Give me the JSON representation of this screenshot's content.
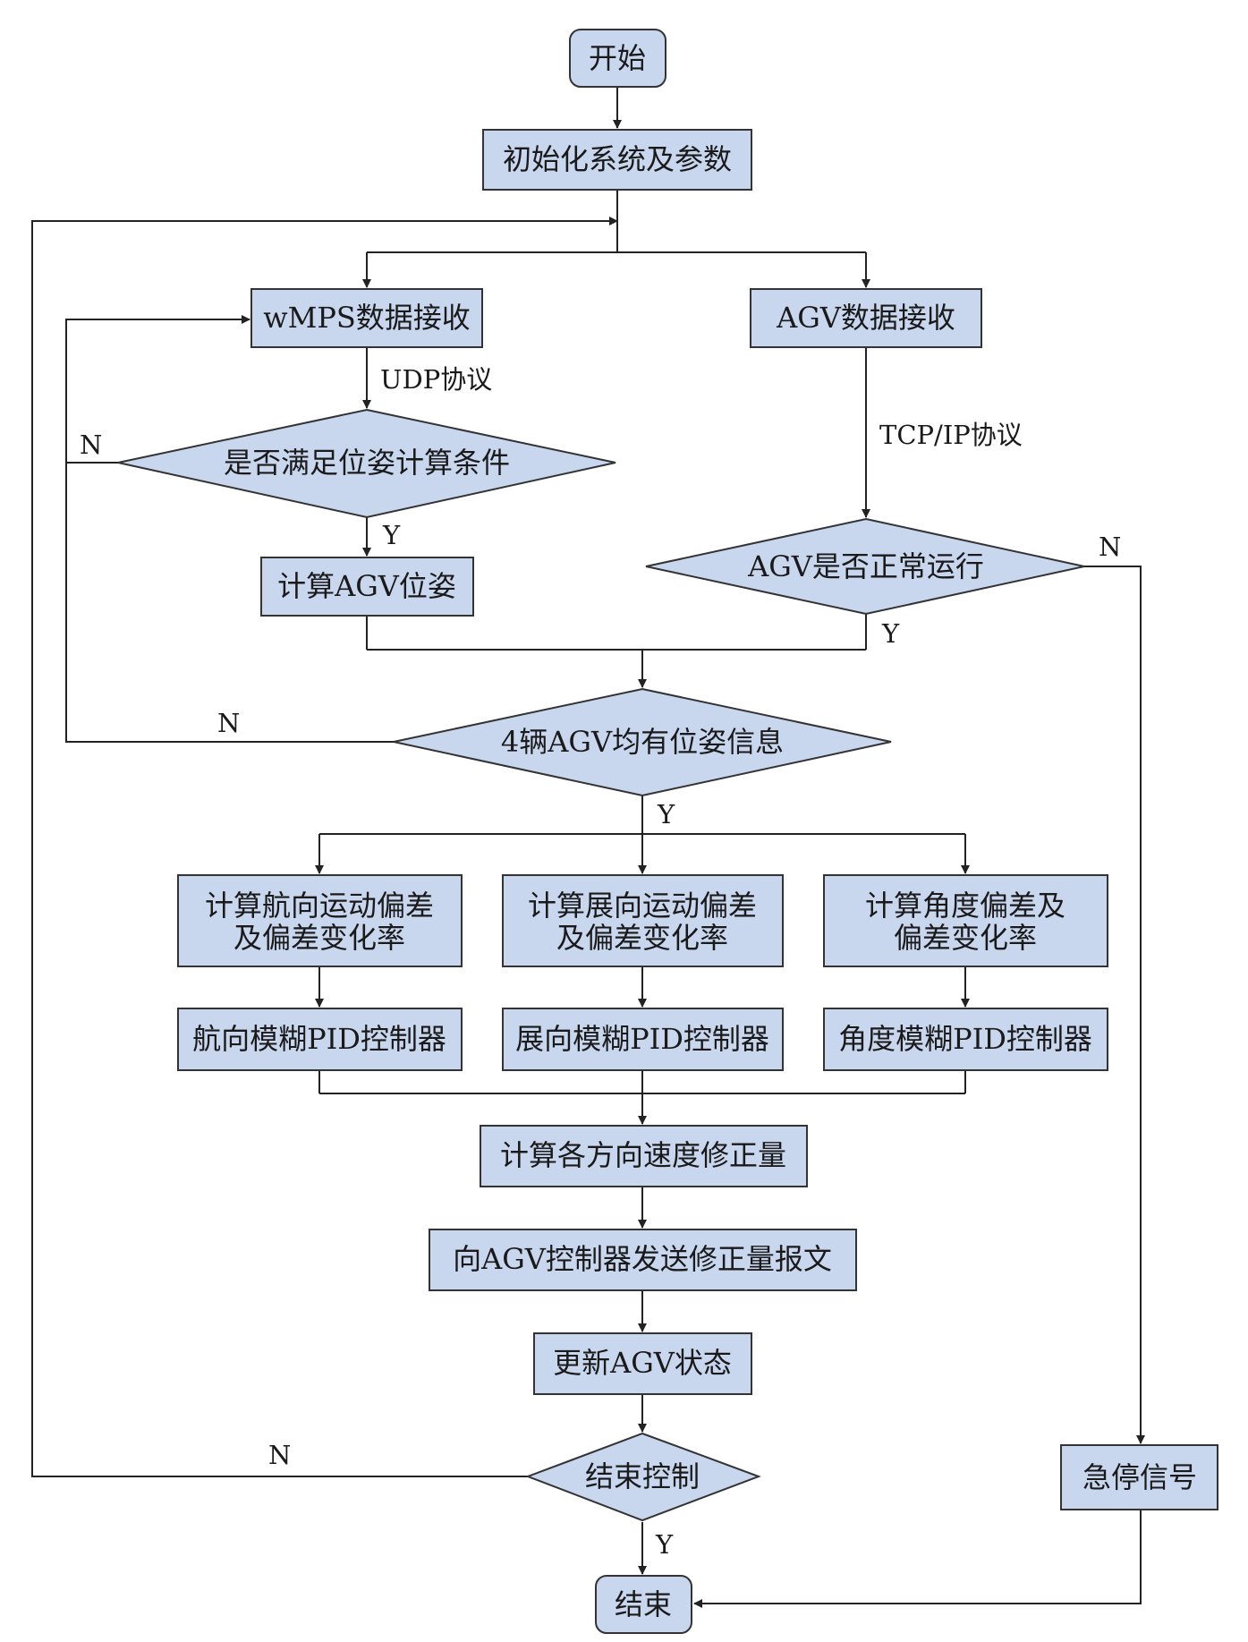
{
  "colors": {
    "node_fill": "#c8d6ee",
    "node_stroke": "#333333",
    "line": "#222222",
    "text": "#1a1a1a",
    "background": "#ffffff"
  },
  "nodes": {
    "start": "开始",
    "init": "初始化系统及参数",
    "wmps_recv": "wMPS数据接收",
    "agv_recv": "AGV数据接收",
    "pose_cond": "是否满足位姿计算条件",
    "calc_pose": "计算AGV位姿",
    "agv_normal": "AGV是否正常运行",
    "all_pose": "4辆AGV均有位姿信息",
    "heading_dev_1": "计算航向运动偏差",
    "heading_dev_2": "及偏差变化率",
    "span_dev_1": "计算展向运动偏差",
    "span_dev_2": "及偏差变化率",
    "angle_dev_1": "计算角度偏差及",
    "angle_dev_2": "偏差变化率",
    "heading_pid": "航向模糊PID控制器",
    "span_pid": "展向模糊PID控制器",
    "angle_pid": "角度模糊PID控制器",
    "calc_correction": "计算各方向速度修正量",
    "send_msg": "向AGV控制器发送修正量报文",
    "update_state": "更新AGV状态",
    "end_control": "结束控制",
    "estop": "急停信号",
    "end": "结束"
  },
  "edge_labels": {
    "udp": "UDP协议",
    "tcpip": "TCP/IP协议",
    "pose_cond_no": "N",
    "pose_cond_yes": "Y",
    "agv_normal_no": "N",
    "agv_normal_yes": "Y",
    "all_pose_no": "N",
    "all_pose_yes": "Y",
    "end_control_no": "N",
    "end_control_yes": "Y"
  }
}
